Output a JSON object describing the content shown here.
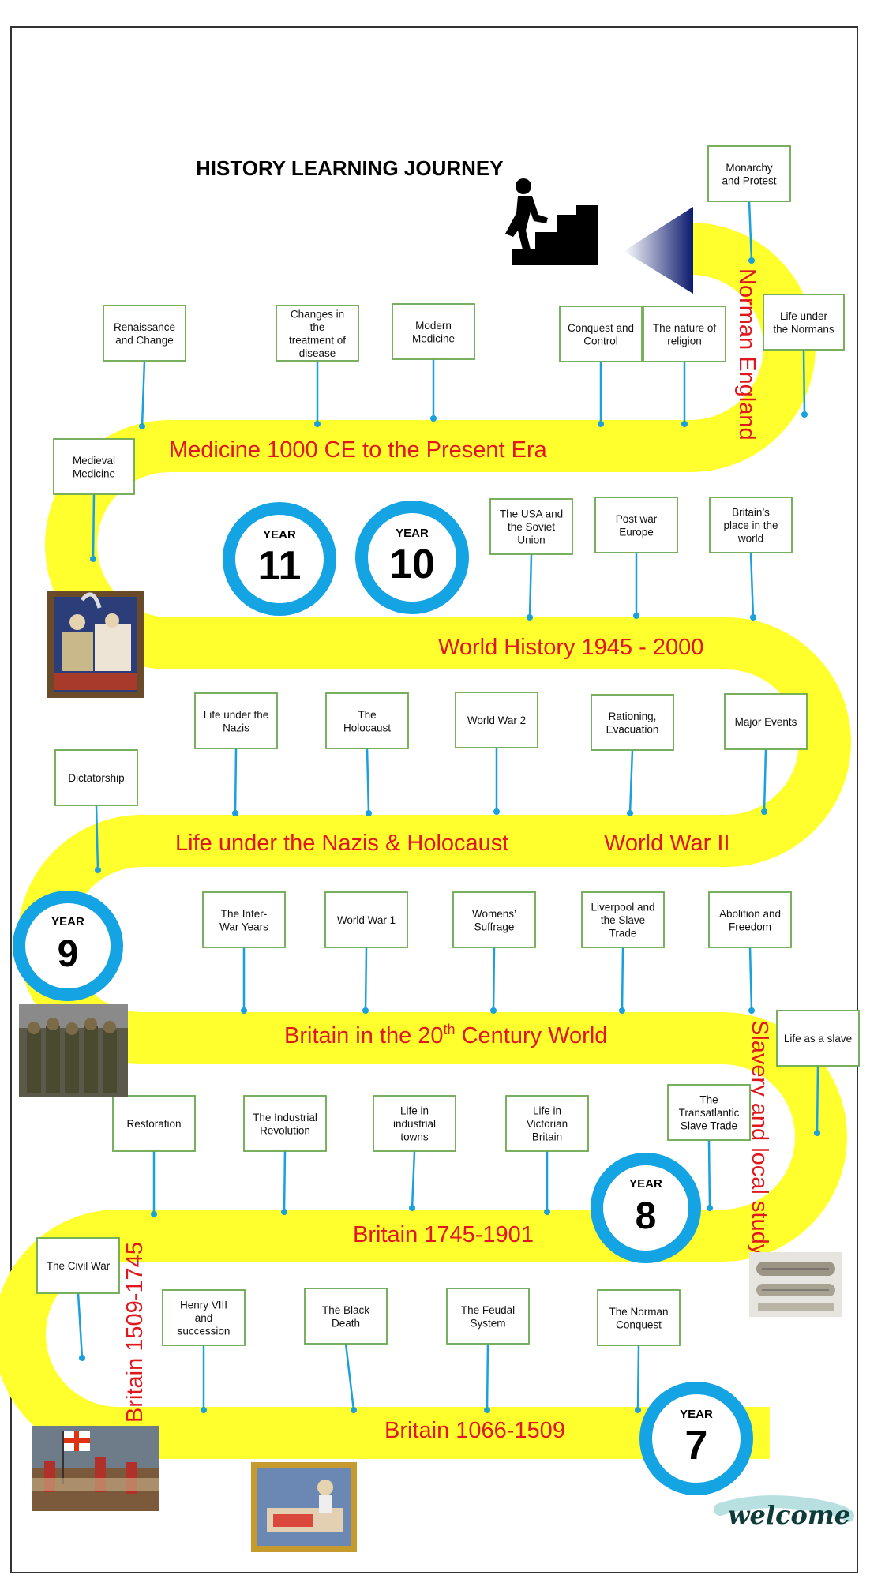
{
  "title": "HISTORY LEARNING JOURNEY",
  "colors": {
    "path": "#ffff2e",
    "label": "#e0181e",
    "connector": "#1aa0dd",
    "box_border": "#6aa84f",
    "ring": "#14a3e3"
  },
  "band_labels": {
    "norman": "Norman England",
    "medicine": "Medicine 1000 CE to the Present Era",
    "world": "World History 1945 - 2000",
    "nazis": "Life under the Nazis & Holocaust",
    "ww2": "World War II",
    "c20_pre": "Britain in the 20",
    "c20_sup": "th",
    "c20_post": " Century World",
    "slavery": "Slavery and local study",
    "b1745": "Britain 1745-1901",
    "b1509v": "Britain 1509-1745",
    "b1066": "Britain 1066-1509"
  },
  "year_badges": [
    {
      "id": "year-11",
      "label": "YEAR",
      "number": "11"
    },
    {
      "id": "year-10",
      "label": "YEAR",
      "number": "10"
    },
    {
      "id": "year-9",
      "label": "YEAR",
      "number": "9"
    },
    {
      "id": "year-8",
      "label": "YEAR",
      "number": "8"
    },
    {
      "id": "year-7",
      "label": "YEAR",
      "number": "7"
    }
  ],
  "topics": {
    "monarchy": "Monarchy|and Protest",
    "life_normans": "Life under|the Normans",
    "renaissance": "Renaissance|and Change",
    "changes_treatment": "Changes in|the|treatment of|disease",
    "modern_medicine": "Modern|Medicine",
    "conquest_control": "Conquest and|Control",
    "nature_religion": "The nature of|religion",
    "medieval_medicine": "Medieval|Medicine",
    "usa_soviet": "The USA and|the Soviet|Union",
    "postwar_europe": "Post war|Europe",
    "britain_place": "Britain’s|place in the|world",
    "life_nazis": "Life under the|Nazis",
    "holocaust": "The|Holocaust",
    "ww2_box": "World War 2",
    "rationing": "Rationing,|Evacuation",
    "major_events": "Major Events",
    "dictatorship": "Dictatorship",
    "interwar": "The Inter-|War Years",
    "ww1": "World War 1",
    "suffrage": "Womens’|Suffrage",
    "liverpool": "Liverpool and|the Slave|Trade",
    "abolition": "Abolition and|Freedom",
    "life_slave": "Life as a slave",
    "restoration": "Restoration",
    "industrial_rev": "The Industrial|Revolution",
    "industrial_towns": "Life in|industrial|towns",
    "victorian": "Life in|Victorian|Britain",
    "transatlantic": "The|Transatlantic|Slave Trade",
    "civil_war": "The Civil War",
    "henry": "Henry VIII|and|succession",
    "black_death": "The Black|Death",
    "feudal": "The Feudal|System",
    "norman_conquest": "The Norman|Conquest"
  },
  "welcome_sign": "welcome",
  "images": [
    "climbing-person-icon",
    "medieval-manuscript-image",
    "ww1-soldiers-image",
    "slave-ship-diagram-image",
    "civil-war-battle-image",
    "black-death-manuscript-image"
  ]
}
